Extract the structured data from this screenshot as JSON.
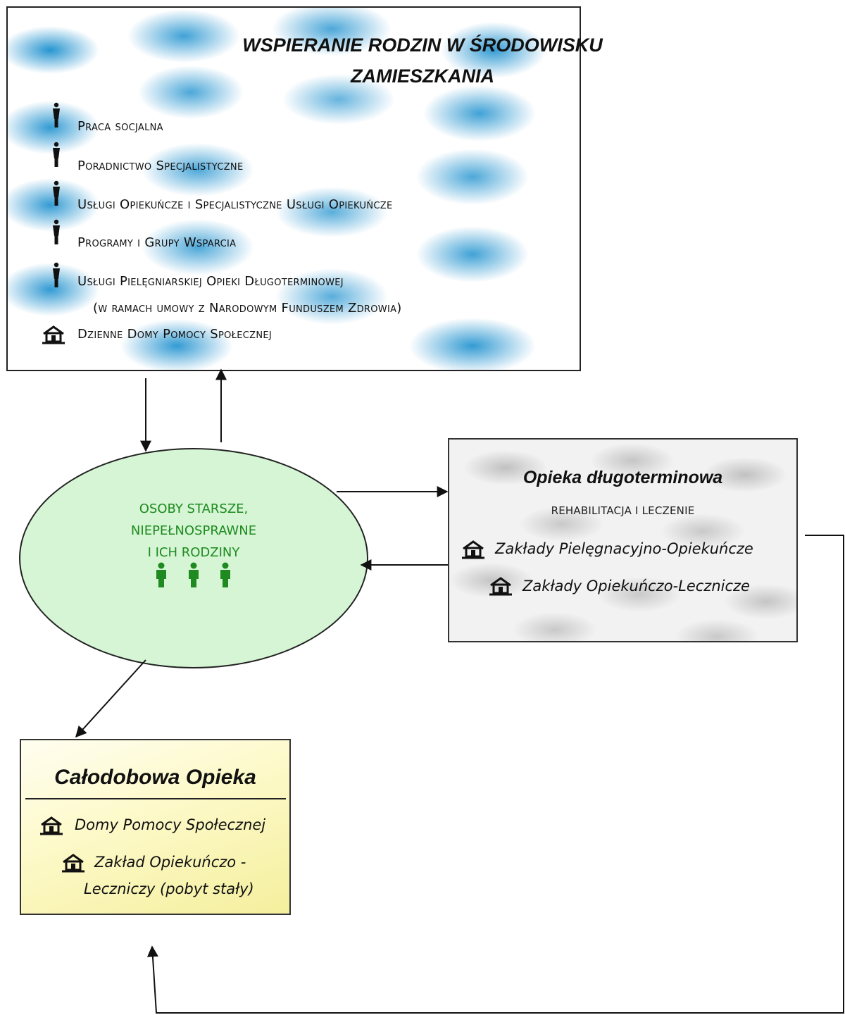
{
  "top_box": {
    "title_line1": "WSPIERANIE RODZIN W ŚRODOWISKU",
    "title_line2": "ZAMIESZKANIA",
    "items": [
      {
        "label": "Praca socjalna",
        "icon": "person-icon"
      },
      {
        "label": "Poradnictwo Specjalistyczne",
        "icon": "person-icon"
      },
      {
        "label": "Usługi Opiekuńcze i Specjalistyczne Usługi Opiekuńcze",
        "icon": "person-icon"
      },
      {
        "label": "Programy i Grupy Wsparcia",
        "icon": "person-icon"
      },
      {
        "label": "Usługi Pielęgniarskiej Opieki Długoterminowej",
        "icon": "person-icon"
      },
      {
        "label": "(w ramach umowy z Narodowym Funduszem Zdrowia)",
        "icon": ""
      },
      {
        "label": "Dzienne Domy Pomocy Społecznej",
        "icon": "house-icon"
      }
    ],
    "blob_color": "#0082c8"
  },
  "center": {
    "line1": "OSOBY STARSZE,",
    "line2": "NIEPEŁNOSPRAWNE",
    "line3": "I ICH RODZINY",
    "fill_color": "#d5f5d5",
    "text_color": "#1f8a1f",
    "icon": "people-icon"
  },
  "right_box": {
    "title": "Opieka długoterminowa",
    "subtitle": "REHABILITACJA I LECZENIE",
    "items": [
      {
        "label": "Zakłady Pielęgnacyjno-Opiekuńcze",
        "icon": "house-icon"
      },
      {
        "label": "Zakłady Opiekuńczo-Lecznicze",
        "icon": "house-icon"
      }
    ]
  },
  "bottom_box": {
    "title": "Całodobowa Opieka",
    "items": [
      {
        "label": "Domy Pomocy Społecznej",
        "icon": "house-icon"
      },
      {
        "label": "Zakład Opiekuńczo -",
        "icon": "house-icon"
      },
      {
        "label": "Leczniczy (pobyt stały)",
        "icon": ""
      }
    ],
    "fill_color": "#fdf9c8"
  }
}
